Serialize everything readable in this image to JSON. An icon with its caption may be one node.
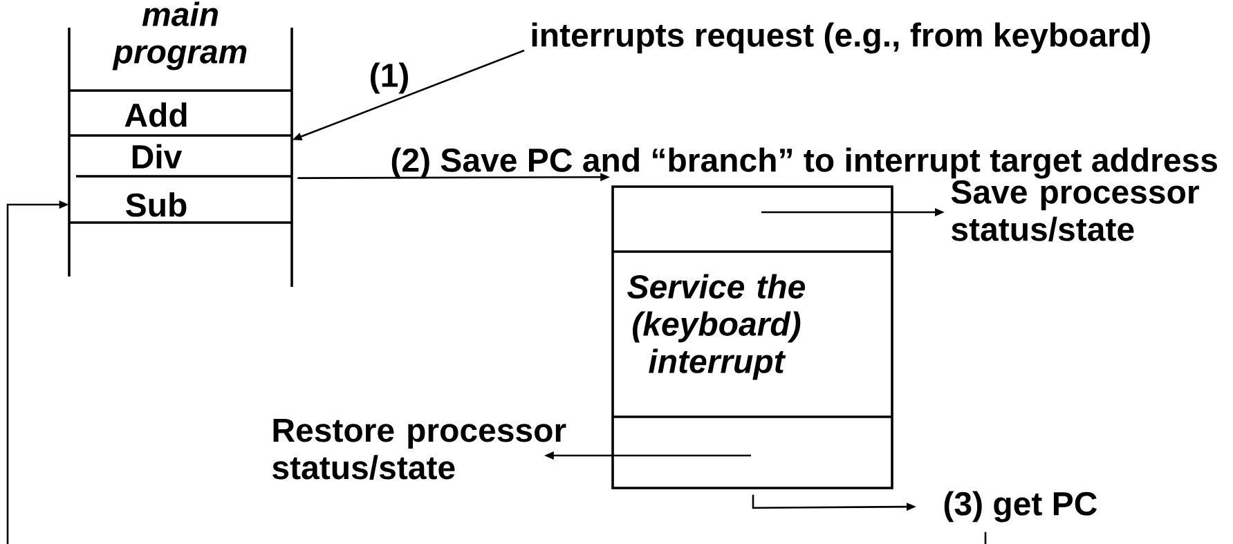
{
  "diagram": {
    "nodes": [
      {
        "text": [
          "main program"
        ]
      },
      {
        "text": [
          "Add"
        ],
        "in": 0
      },
      {
        "text": [
          "Div"
        ],
        "in": 0
      },
      {
        "text": [
          "Sub"
        ],
        "in": 0
      },
      {
        "text": [
          "interrupts request (e.g., from keyboard)"
        ]
      },
      {
        "text": [],
        "shape": "box"
      },
      {
        "text": [
          "Service the (keyboard) interrupt"
        ],
        "in": 5
      },
      {
        "text": [
          "Save processor status/state"
        ]
      },
      {
        "text": [
          "Restore processor status/state"
        ]
      },
      {
        "text": [
          "(3) get PC"
        ]
      }
    ],
    "edges": [
      {
        "from": 4,
        "to": 0,
        "arrow": "to",
        "label": "(1)"
      },
      {
        "from": 0,
        "to": 5,
        "arrow": "to",
        "label": "(2) Save PC and “branch” to interrupt target address"
      },
      {
        "from": null,
        "to": 7,
        "arrow": "to"
      },
      {
        "from": null,
        "to": 8,
        "arrow": "to"
      },
      {
        "from": 5,
        "to": 9,
        "arrow": "to"
      },
      {
        "from": 9,
        "to": 3,
        "arrow": "to"
      }
    ]
  }
}
